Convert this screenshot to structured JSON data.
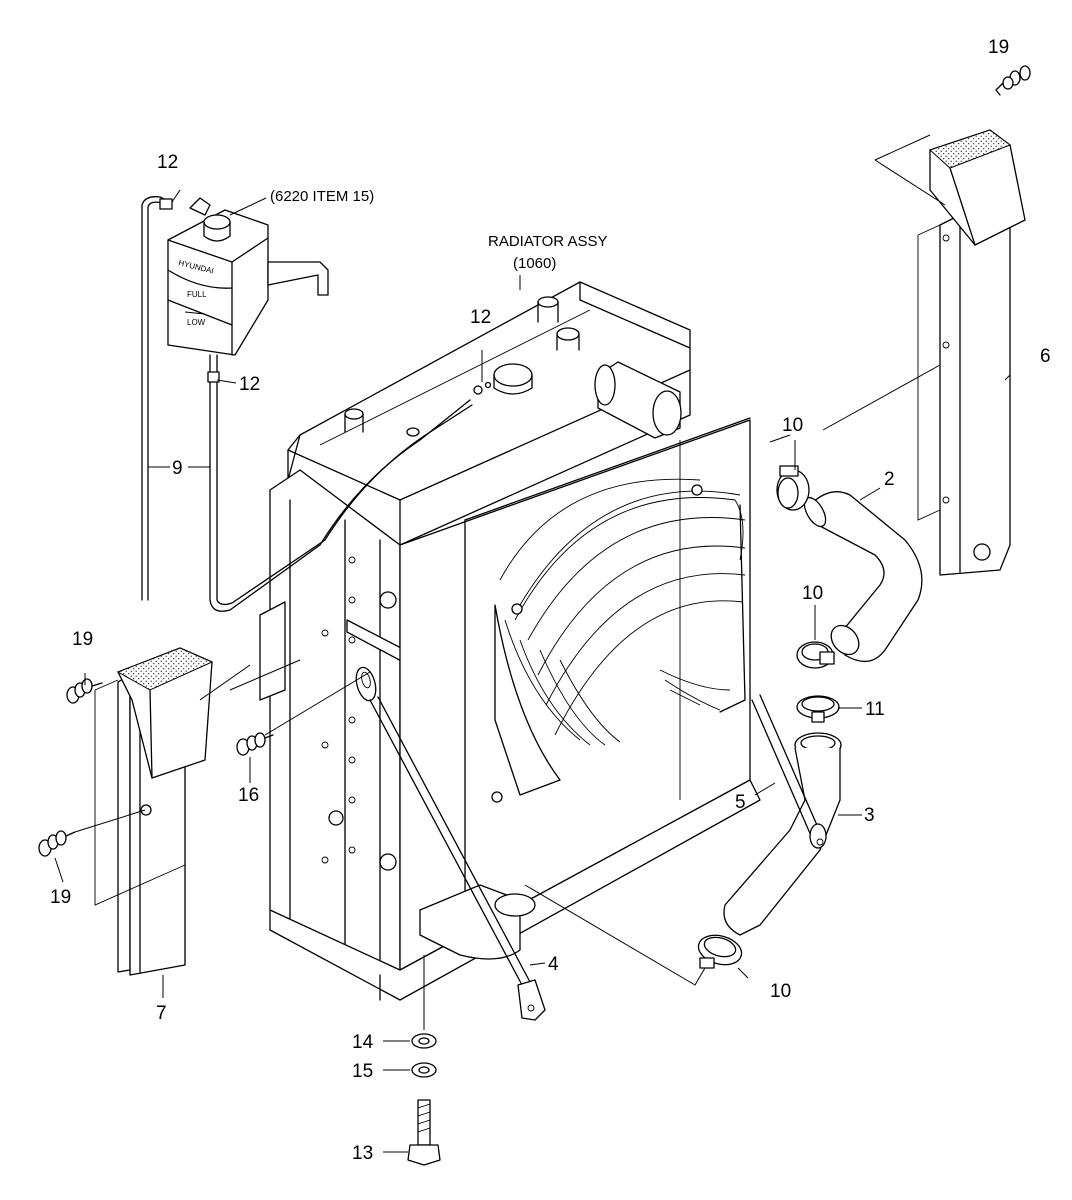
{
  "captions": {
    "radiator_assy_title": "RADIATOR ASSY",
    "radiator_assy_ref": "(1060)",
    "tank_ref": "(6220 ITEM 15)"
  },
  "tank_label_text": [
    "HYUNDAI",
    "FULL",
    "LOW"
  ],
  "callouts": {
    "c2": "2",
    "c3": "3",
    "c4": "4",
    "c5": "5",
    "c6": "6",
    "c7": "7",
    "c9": "9",
    "c10_upper": "10",
    "c10_mid": "10",
    "c10_lower": "10",
    "c11": "11",
    "c12_tank": "12",
    "c12_hose": "12",
    "c12_radiator": "12",
    "c13": "13",
    "c14": "14",
    "c15": "15",
    "c16": "16",
    "c19_top": "19",
    "c19_left_upper": "19",
    "c19_left_lower": "19"
  },
  "colors": {
    "line": "#000000",
    "background": "#ffffff"
  }
}
